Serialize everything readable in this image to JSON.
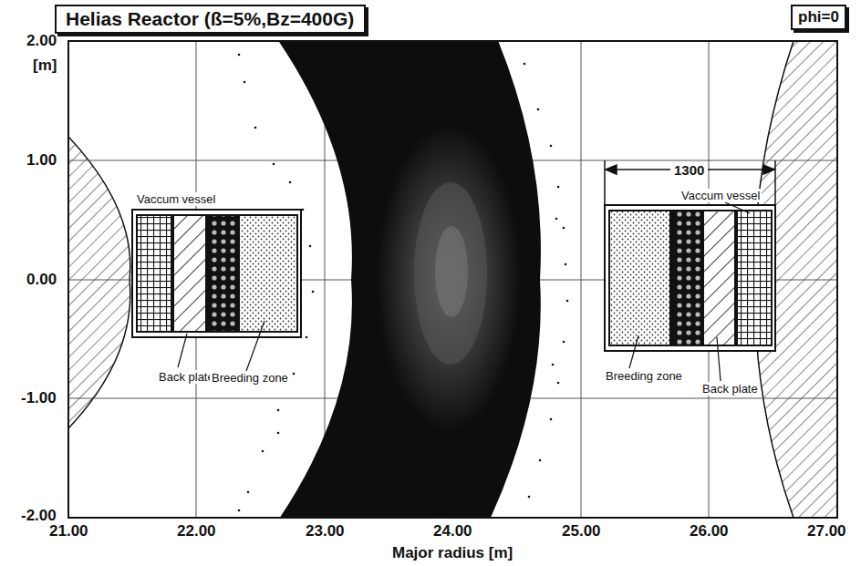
{
  "diagram": {
    "title": "Helias Reactor (ß=5%,Bz=400G)",
    "nodes": [
      {
        "text": [
          "phi=0"
        ]
      }
    ],
    "labels": [
      "2.00",
      "[m]",
      "1.00",
      "0.00",
      "-1.00",
      "-2.00",
      "21.00",
      "22.00",
      "23.00",
      "24.00",
      "25.00",
      "26.00",
      "27.00",
      "Major radius [m]",
      "Vaccum vessel",
      "Back plate",
      "Breeding zone",
      "1300",
      "Vaccum vessel",
      "Breeding zone",
      "Back plate"
    ]
  }
}
